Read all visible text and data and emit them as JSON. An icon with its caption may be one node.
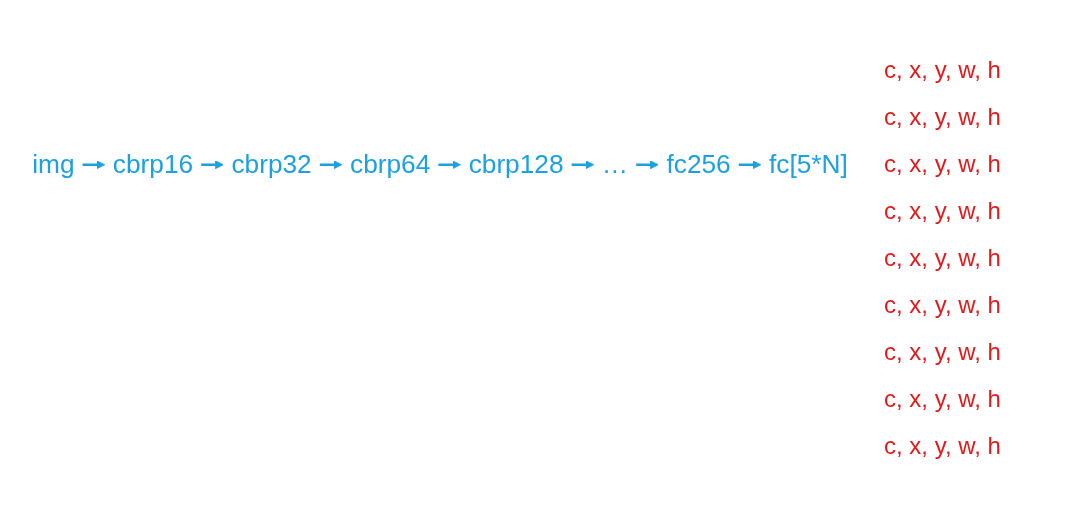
{
  "diagram": {
    "nodes": [
      {
        "text": [
          "img"
        ]
      },
      {
        "text": [
          "cbrp16"
        ]
      },
      {
        "text": [
          "cbrp32"
        ]
      },
      {
        "text": [
          "cbrp64"
        ]
      },
      {
        "text": [
          "cbrp128"
        ]
      },
      {
        "text": [
          "…"
        ]
      },
      {
        "text": [
          "fc256"
        ]
      },
      {
        "text": [
          "fc[5*N]"
        ]
      }
    ],
    "edges": [
      {
        "from": 0,
        "to": 1,
        "arrow": "to"
      },
      {
        "from": 1,
        "to": 2,
        "arrow": "to"
      },
      {
        "from": 2,
        "to": 3,
        "arrow": "to"
      },
      {
        "from": 3,
        "to": 4,
        "arrow": "to"
      },
      {
        "from": 4,
        "to": 5,
        "arrow": "to"
      },
      {
        "from": 5,
        "to": 6,
        "arrow": "to"
      },
      {
        "from": 6,
        "to": 7,
        "arrow": "to"
      }
    ],
    "labels": [
      "c, x, y, w, h",
      "c, x, y, w, h",
      "c, x, y, w, h",
      "c, x, y, w, h",
      "c, x, y, w, h",
      "c, x, y, w, h",
      "c, x, y, w, h",
      "c, x, y, w, h",
      "c, x, y, w, h"
    ]
  }
}
